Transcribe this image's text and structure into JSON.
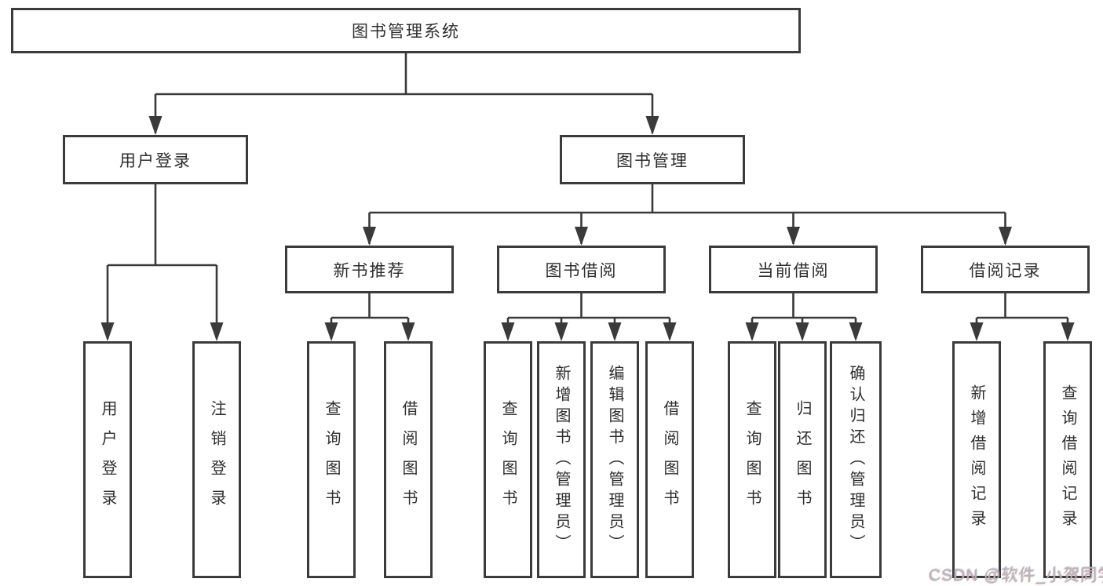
{
  "tree": {
    "label": "图书管理系统",
    "children": [
      {
        "label": "用户登录",
        "children": [
          {
            "label": "用户登录"
          },
          {
            "label": "注销登录"
          }
        ]
      },
      {
        "label": "图书管理",
        "children": [
          {
            "label": "新书推荐",
            "children": [
              {
                "label": "查询图书"
              },
              {
                "label": "借阅图书"
              }
            ]
          },
          {
            "label": "图书借阅",
            "children": [
              {
                "label": "查询图书"
              },
              {
                "label": "新增图书（管理员）"
              },
              {
                "label": "编辑图书（管理员）"
              },
              {
                "label": "借阅图书"
              }
            ]
          },
          {
            "label": "当前借阅",
            "children": [
              {
                "label": "查询图书"
              },
              {
                "label": "归还图书"
              },
              {
                "label": "确认归还（管理员）"
              }
            ]
          },
          {
            "label": "借阅记录",
            "children": [
              {
                "label": "新增借阅记录"
              },
              {
                "label": "查询借阅记录"
              }
            ]
          }
        ]
      }
    ]
  },
  "watermark": "CSDN @软件_小贺同学",
  "colors": {
    "line": "#3a3a3a",
    "box_border": "#3b3b3b",
    "box_background": "#ffffff",
    "text": "#2e2e2e",
    "watermark": "#b5b5b5"
  }
}
